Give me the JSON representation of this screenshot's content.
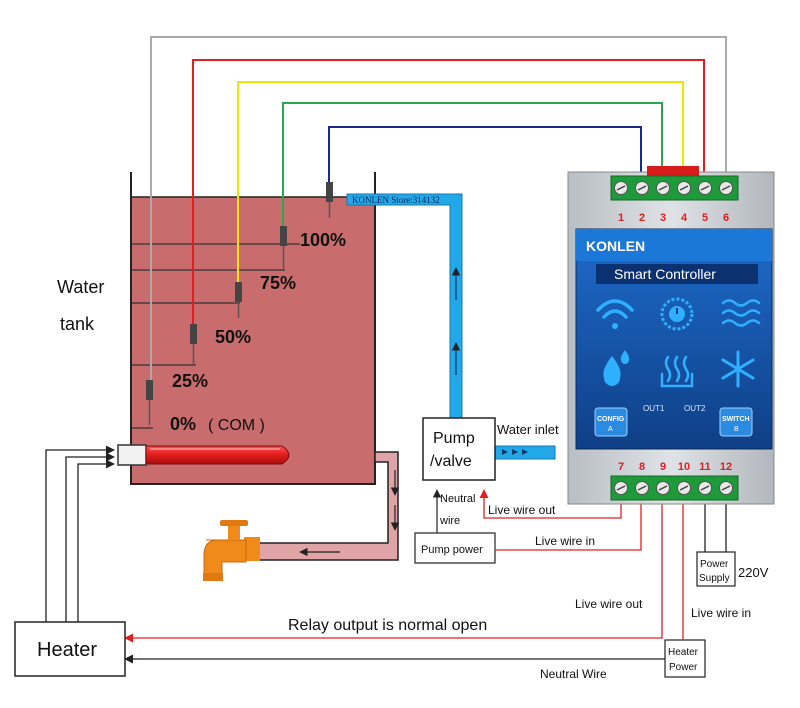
{
  "tank": {
    "label_line1": "Water",
    "label_line2": "tank",
    "levels": [
      "100%",
      "75%",
      "50%",
      "25%",
      "0%"
    ],
    "com_label": "( COM )"
  },
  "pipe": {
    "watermark": "KONLEN Store:314132"
  },
  "pump": {
    "line1": "Pump",
    "line2": "/valve"
  },
  "water_inlet": "Water inlet",
  "neutral_wire_line1": "Neutral",
  "neutral_wire_line2": "wire",
  "pump_power": "Pump power",
  "live_wire_out": "Live wire out",
  "live_wire_in": "Live wire in",
  "power_supply": {
    "line1": "Power",
    "line2": "Supply",
    "voltage": "220V"
  },
  "heater": "Heater",
  "heater_power": {
    "line1": "Heater",
    "line2": "Power"
  },
  "relay_note": "Relay output is normal open",
  "neutral_wire": "Neutral Wire",
  "controller": {
    "brand": "KONLEN",
    "title": "Smart Controller",
    "config_btn": [
      "CONFIG",
      "A"
    ],
    "switch_btn": [
      "SWITCH",
      "B"
    ],
    "out1": "OUT1",
    "out2": "OUT2",
    "top_terminals": [
      "1",
      "2",
      "3",
      "4",
      "5",
      "6"
    ],
    "bottom_terminals": [
      "7",
      "8",
      "9",
      "10",
      "11",
      "12"
    ],
    "icons": [
      "wifi-icon",
      "timer-icon",
      "waves-icon",
      "water-drop-icon",
      "heat-icon",
      "snowflake-icon"
    ]
  },
  "colors": {
    "tank_water": "#c86c6e",
    "pipe_blue": "#22a7e8",
    "wire_gray": "#aaaaaa",
    "wire_red": "#e02020",
    "wire_yellow": "#f2e600",
    "wire_green": "#2aa84a",
    "wire_blue": "#1a2a8a",
    "panel_blue": "#1e5fb3",
    "terminal_green": "#1f9a3a",
    "heater_red": "#e11b1b",
    "faucet_orange": "#f08a1a"
  }
}
